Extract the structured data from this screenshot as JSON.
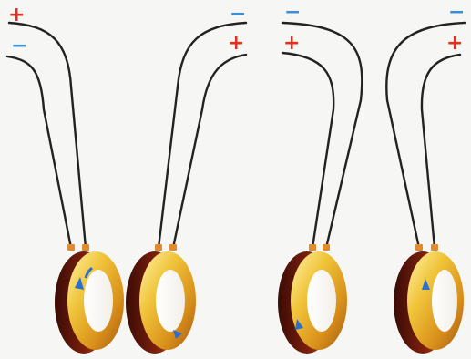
{
  "colors": {
    "plus": "#e0301e",
    "minus": "#3b8fd6",
    "wire": "#222222",
    "arrow": "#2a6fd0",
    "background": "#f6f6f4"
  },
  "coils": [
    {
      "id": "coil-1",
      "top_terminal": "+",
      "bottom_terminal": "−"
    },
    {
      "id": "coil-2",
      "top_terminal": "−",
      "bottom_terminal": "+"
    },
    {
      "id": "coil-3",
      "top_terminal": "−",
      "bottom_terminal": "+"
    },
    {
      "id": "coil-4",
      "top_terminal": "−",
      "bottom_terminal": "+"
    }
  ]
}
